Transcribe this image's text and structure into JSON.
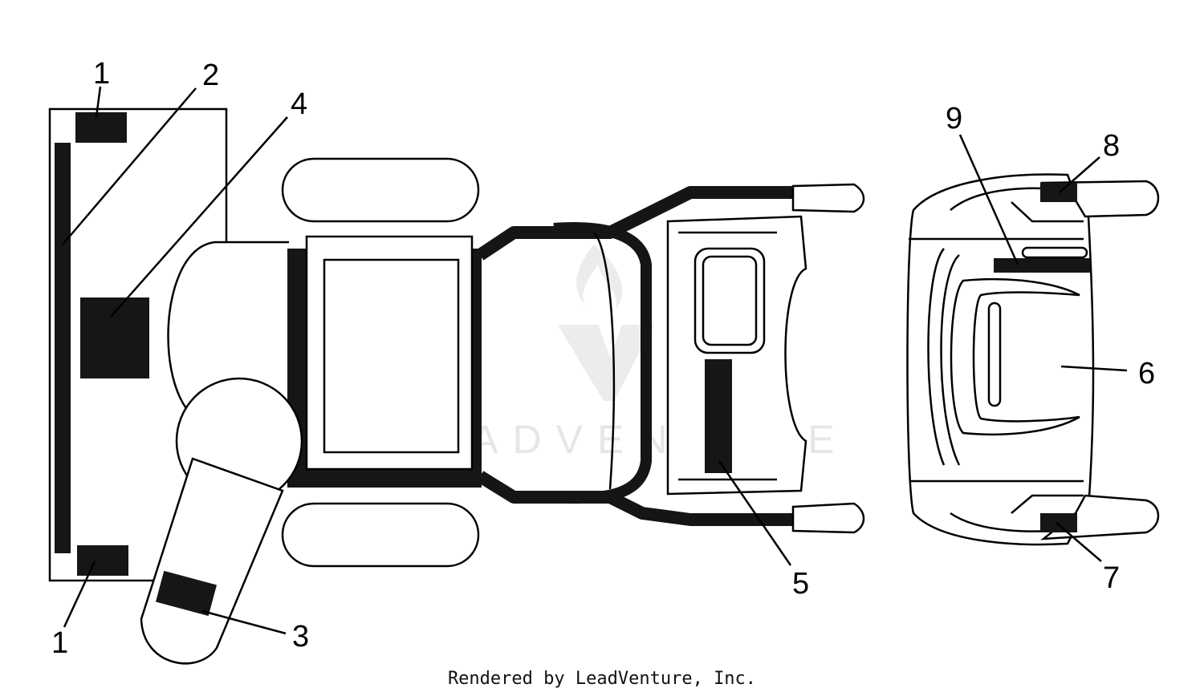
{
  "callouts": {
    "c1_top": "1",
    "c1_bottom": "1",
    "c2": "2",
    "c3": "3",
    "c4": "4",
    "c5": "5",
    "c6": "6",
    "c7": "7",
    "c8": "8",
    "c9": "9"
  },
  "watermark": "LEADVENTURE",
  "footer": "Rendered by LeadVenture, Inc."
}
